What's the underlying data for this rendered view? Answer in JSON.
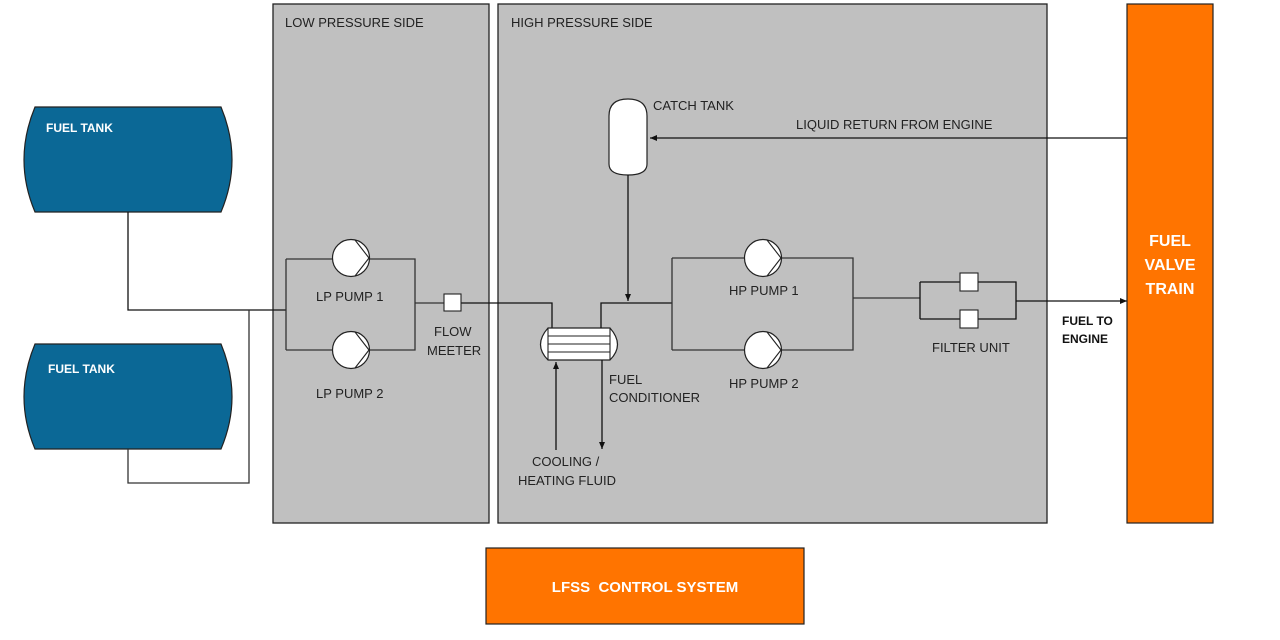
{
  "colors": {
    "panel_fill": "#c0c0c0",
    "tank_fill": "#0b6896",
    "orange": "#ff7400",
    "component_fill": "#ffffff",
    "line": "#111111"
  },
  "panels": {
    "low_pressure": {
      "label": "LOW PRESSURE SIDE"
    },
    "high_pressure": {
      "label": "HIGH PRESSURE SIDE"
    }
  },
  "tanks": [
    {
      "label": "FUEL TANK"
    },
    {
      "label": "FUEL TANK"
    }
  ],
  "lp_pumps": [
    {
      "label": "LP PUMP 1"
    },
    {
      "label": "LP PUMP 2"
    }
  ],
  "flow_meter": {
    "label_line1": "FLOW",
    "label_line2": "MEETER"
  },
  "catch_tank": {
    "label": "CATCH TANK"
  },
  "liquid_return": {
    "label": "LIQUID RETURN FROM ENGINE"
  },
  "fuel_conditioner": {
    "label_line1": "FUEL",
    "label_line2": "CONDITIONER"
  },
  "cooling_fluid": {
    "label_line1": "COOLING /",
    "label_line2": "HEATING FLUID"
  },
  "hp_pumps": [
    {
      "label": "HP PUMP 1"
    },
    {
      "label": "HP PUMP 2"
    }
  ],
  "filter_unit": {
    "label": "FILTER UNIT"
  },
  "fuel_to_engine": {
    "label_line1": "FUEL TO",
    "label_line2": "ENGINE"
  },
  "valve_train": {
    "label_lines": [
      "FUEL",
      "VALVE",
      "TRAIN"
    ]
  },
  "control_system": {
    "label": "LFSS  CONTROL SYSTEM"
  }
}
